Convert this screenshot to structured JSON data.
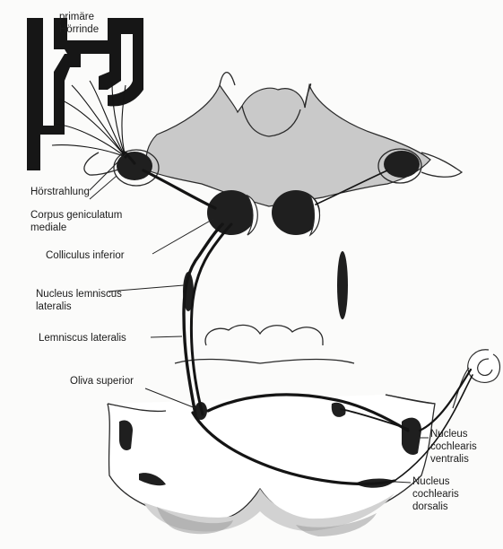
{
  "labels": {
    "primary_cortex": [
      "primäre",
      "Hörrinde"
    ],
    "auditory_radiation": "Hörstrahlung",
    "mgb": [
      "Corpus geniculatum",
      "mediale"
    ],
    "inferior_colliculus": "Colliculus inferior",
    "nll": [
      "Nucleus lemniscus",
      "lateralis"
    ],
    "lateral_lemniscus": "Lemniscus lateralis",
    "superior_olive": "Oliva superior",
    "cochlear_ventral": [
      "Nucleus",
      "cochlearis",
      "ventralis"
    ],
    "cochlear_dorsal": [
      "Nucleus",
      "cochlearis",
      "dorsalis"
    ]
  },
  "colors": {
    "tract": "#141414",
    "tissue_grey": "#c9c9c9",
    "outline": "#2a2a2a"
  }
}
